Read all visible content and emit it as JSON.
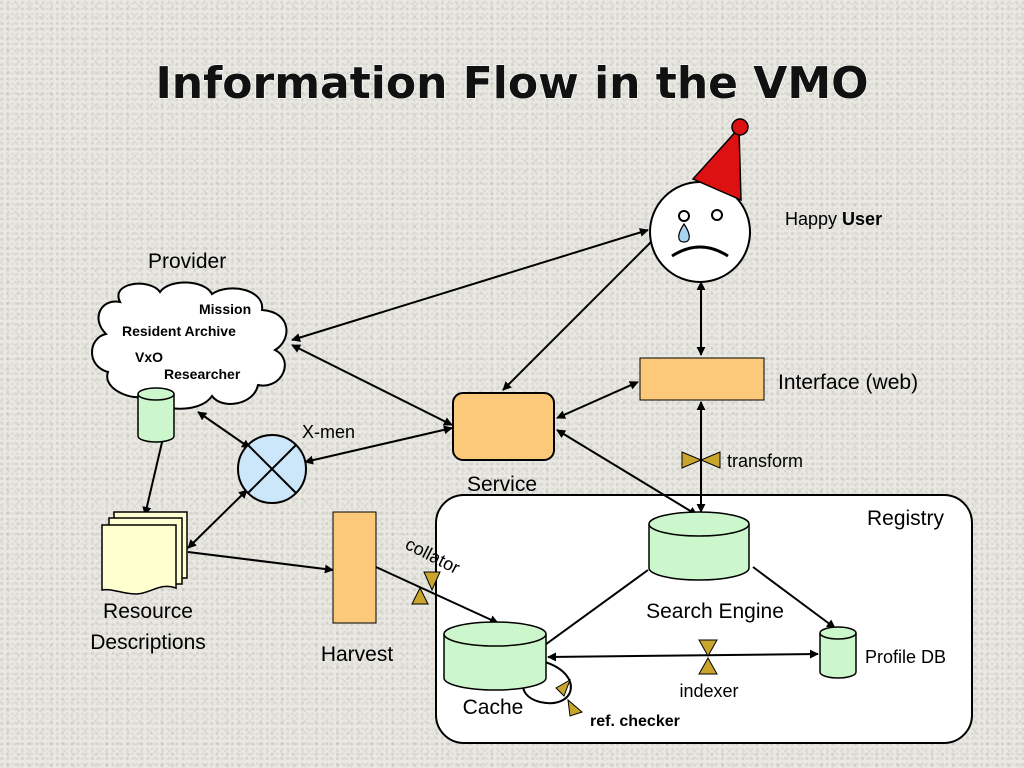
{
  "title": "Information Flow in the VMO",
  "nodes": {
    "user": {
      "prefix": "Happy ",
      "bold": "User"
    },
    "provider": "Provider",
    "cloud_items": [
      "Mission",
      "Resident Archive",
      "VxO",
      "Researcher"
    ],
    "interface": "Interface (web)",
    "xmen": "X-men",
    "service": "Service",
    "transform": "transform",
    "registry": "Registry",
    "resource_line1": "Resource",
    "resource_line2": "Descriptions",
    "harvest": "Harvest",
    "collator": "collator",
    "search_engine": "Search Engine",
    "profile_db": "Profile DB",
    "cache": "Cache",
    "indexer": "indexer",
    "ref_checker": "ref. checker"
  },
  "colors": {
    "db_green": "#ccf7cc",
    "box_orange": "#fcc97a",
    "hat_red": "#dd1111",
    "xmen_blue": "#cce6fa",
    "doc_yellow": "#ffffd0",
    "valve_tan": "#c9a52d"
  }
}
